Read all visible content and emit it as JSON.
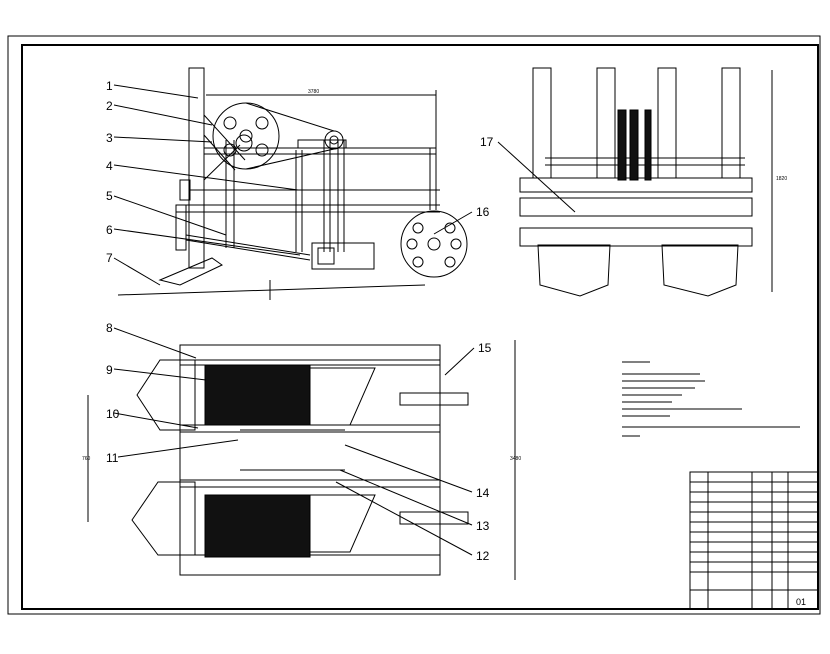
{
  "labels": [
    "1",
    "2",
    "3",
    "4",
    "5",
    "6",
    "7",
    "8",
    "9",
    "10",
    "11",
    "12",
    "13",
    "14",
    "15",
    "16",
    "17"
  ],
  "dimensions": {
    "side_view_length": "3780",
    "front_view_height": "1820",
    "plan_width": "760",
    "plan_length": "3480"
  },
  "title_block": {
    "sheet_number": "01"
  }
}
